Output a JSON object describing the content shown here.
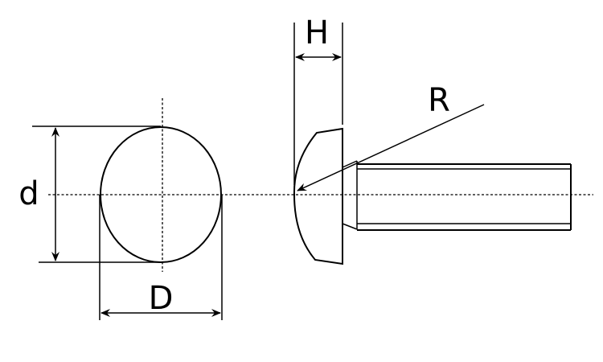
{
  "labels": {
    "height": "H",
    "radius": "R",
    "shank_diameter": "d",
    "head_diameter": "D"
  },
  "colors": {
    "line": "#000000",
    "background": "#ffffff"
  }
}
